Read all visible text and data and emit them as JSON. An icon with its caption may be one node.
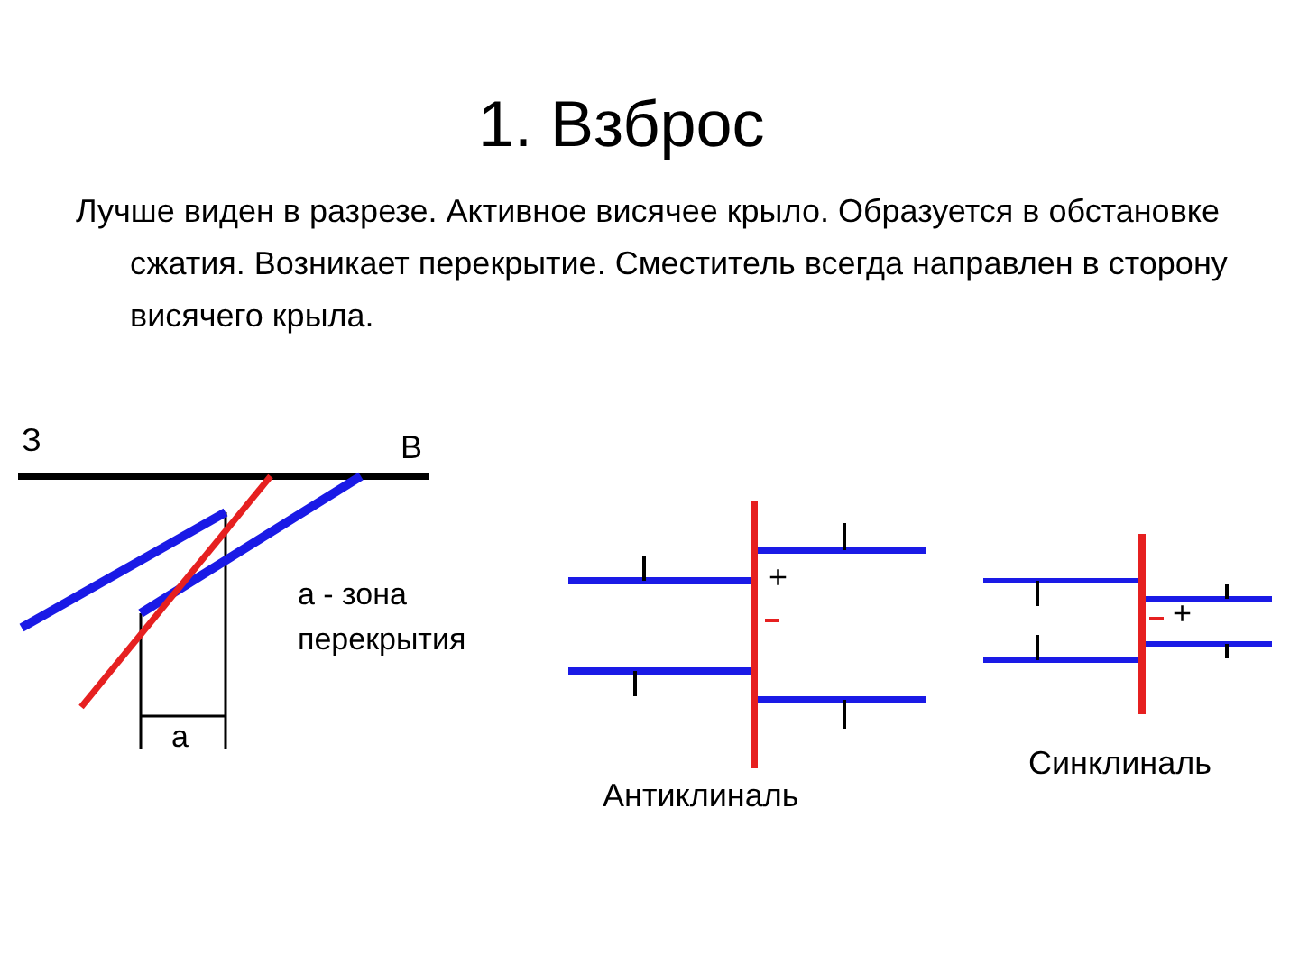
{
  "diagram": {
    "title": "1. Взброс",
    "labels": [
      "Лучше виден в разрезе. Активное висячее крыло. Образуется в обстановке сжатия. Возникает перекрытие. Сместитель всегда направлен в сторону висячего крыла.",
      "З",
      "В",
      "а - зона перекрытия",
      "а",
      "+",
      "Антиклиналь",
      "+",
      "Синклиналь"
    ]
  }
}
